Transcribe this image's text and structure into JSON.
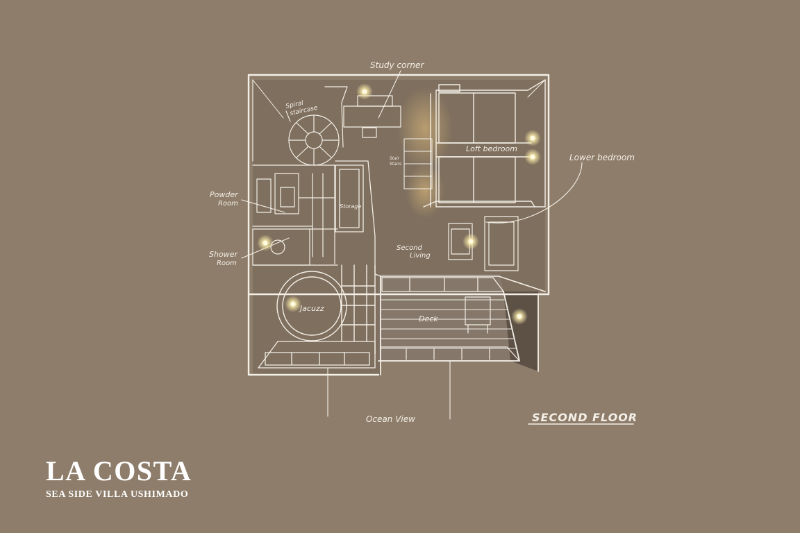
{
  "brand": {
    "title": "LA COSTA",
    "subtitle": "SEA SIDE VILLA USHIMADO"
  },
  "floor_title": "SECOND FLOOR",
  "labels": {
    "study_corner": "Study corner",
    "spiral_staircase_line1": "Spiral",
    "spiral_staircase_line2": "staircase",
    "loft_bedroom": "Loft bedroom",
    "lower_bedroom": "Lower bedroom",
    "stair_line1": "Stair",
    "stair_line2": "Stairs",
    "powder_room_line1": "Powder",
    "powder_room_line2": "Room",
    "storage": "Storage",
    "second_living_line1": "Second",
    "second_living_line2": "Living",
    "shower_room_line1": "Shower",
    "shower_room_line2": "Room",
    "jacuzzi": "Jacuzz",
    "deck": "Deck",
    "ocean_view": "Ocean View"
  },
  "colors": {
    "background": "#8d7d6a",
    "line": "#f4efe7",
    "light": "#fff6c8"
  }
}
